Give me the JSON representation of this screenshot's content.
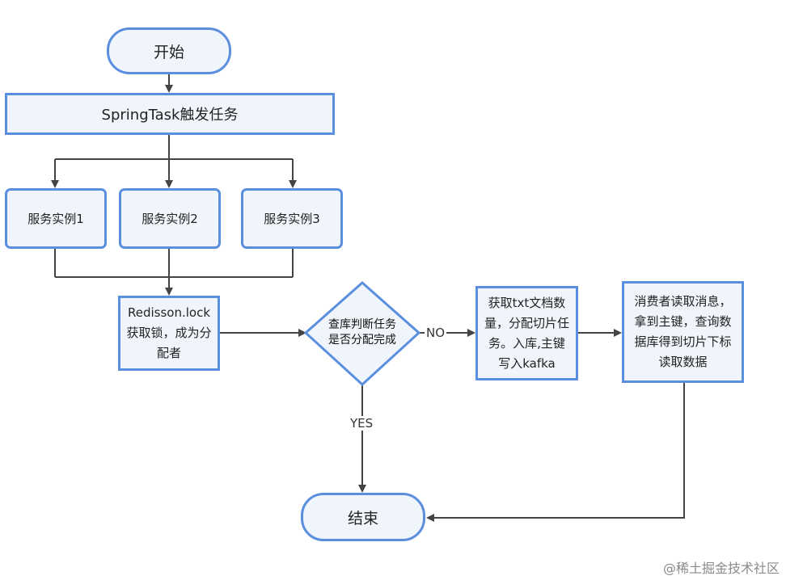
{
  "nodes": {
    "start": "开始",
    "spring_task": "SpringTask触发任务",
    "instance1": "服务实例1",
    "instance2": "服务实例2",
    "instance3": "服务实例3",
    "redisson": "Redisson.lock 获取锁，成为分配者",
    "decision": "查库判断任务是否分配完成",
    "fetch_txt": "获取txt文档数量，分配切片任务。入库,主键写入kafka",
    "consumer": "消费者读取消息，拿到主键，查询数据库得到切片下标读取数据",
    "end": "结束"
  },
  "edges": {
    "no_label": "NO",
    "yes_label": "YES"
  },
  "watermark": "@稀土掘金技术社区",
  "colors": {
    "node_border": "#5a8fe0",
    "node_fill": "#f0f4fb",
    "line": "#444444"
  }
}
